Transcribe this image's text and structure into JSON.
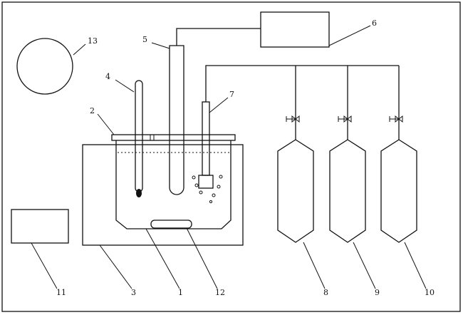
{
  "labels": {
    "vessel": "1",
    "lid": "2",
    "water_bath": "3",
    "thermometer": "4",
    "electrode": "5",
    "meter": "6",
    "gas_inlet": "7",
    "cylinder_a": "8",
    "cylinder_b": "9",
    "cylinder_c": "10",
    "controller": "11",
    "stir_bar": "12",
    "stirrer_disc": "13"
  }
}
